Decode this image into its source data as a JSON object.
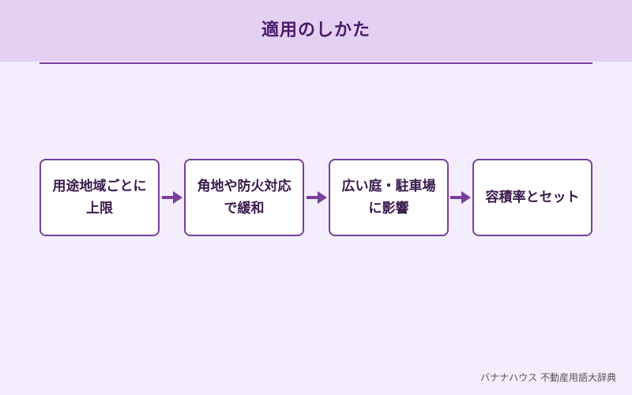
{
  "title": "適用のしかた",
  "steps": [
    {
      "label": "用途地域ごとに上限"
    },
    {
      "label": "角地や防火対応で緩和"
    },
    {
      "label": "広い庭・駐車場に影響"
    },
    {
      "label": "容積率とセット"
    }
  ],
  "footer": "バナナハウス 不動産用語大辞典",
  "colors": {
    "accent": "#7a3e9d",
    "header_bg": "#e3d0f3",
    "page_bg": "#f4edfd",
    "title_text": "#4a1a6b"
  }
}
